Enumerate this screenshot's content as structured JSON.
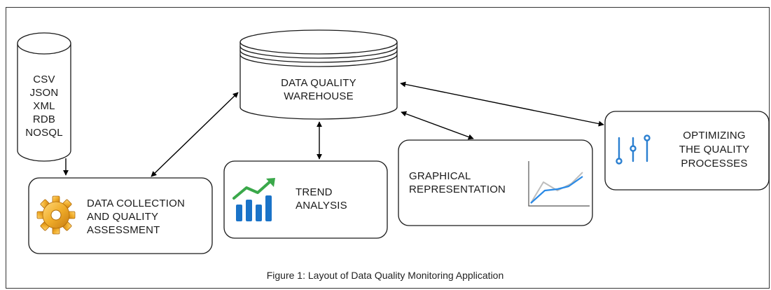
{
  "source_node": {
    "formats": [
      "CSV",
      "JSON",
      "XML",
      "RDB",
      "NOSQL"
    ]
  },
  "warehouse_node": {
    "lines": [
      "DATA QUALITY",
      "WAREHOUSE"
    ]
  },
  "collection_node": {
    "lines": [
      "DATA COLLECTION",
      "AND QUALITY",
      "ASSESSMENT"
    ],
    "icon": "gear-icon"
  },
  "trend_node": {
    "lines": [
      "TREND",
      "ANALYSIS"
    ],
    "icon": "trend-bar-chart-icon"
  },
  "graphical_node": {
    "lines": [
      "GRAPHICAL",
      "REPRESENTATION"
    ],
    "icon": "line-graph-icon"
  },
  "optimizing_node": {
    "lines": [
      "OPTIMIZING",
      "THE QUALITY",
      "PROCESSES"
    ],
    "icon": "sliders-icon"
  },
  "caption": "Figure 1: Layout of Data Quality Monitoring Application",
  "colors": {
    "border": "#1a1a1a",
    "gear": "#e8a320",
    "trend_bars": "#1a73c8",
    "trend_arrow": "#3aa84a",
    "graph_line": "#2a8ae6",
    "sliders": "#2a7fd0"
  }
}
